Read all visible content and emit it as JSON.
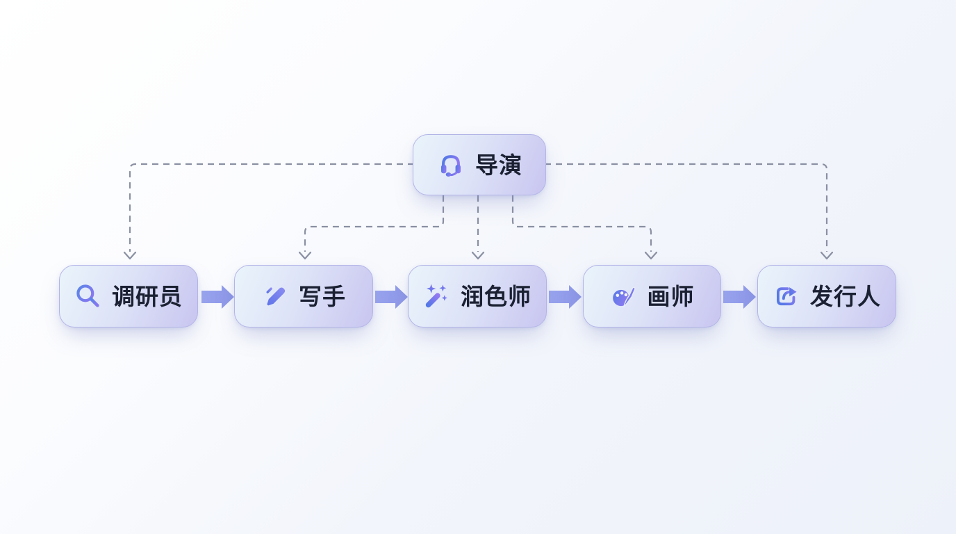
{
  "diagram": {
    "title": "multi-agent-workflow",
    "nodes": {
      "director": {
        "label": "导演",
        "icon": "headset-icon"
      },
      "researcher": {
        "label": "调研员",
        "icon": "magnifier-icon"
      },
      "writer": {
        "label": "写手",
        "icon": "pen-icon"
      },
      "polisher": {
        "label": "润色师",
        "icon": "magic-wand-icon"
      },
      "painter": {
        "label": "画师",
        "icon": "palette-icon"
      },
      "publisher": {
        "label": "发行人",
        "icon": "share-icon"
      }
    },
    "edges": [
      {
        "from": "director",
        "to": "researcher",
        "style": "dashed"
      },
      {
        "from": "director",
        "to": "writer",
        "style": "dashed"
      },
      {
        "from": "director",
        "to": "polisher",
        "style": "dashed"
      },
      {
        "from": "director",
        "to": "painter",
        "style": "dashed"
      },
      {
        "from": "director",
        "to": "publisher",
        "style": "dashed"
      },
      {
        "from": "researcher",
        "to": "writer",
        "style": "solid-arrow"
      },
      {
        "from": "writer",
        "to": "polisher",
        "style": "solid-arrow"
      },
      {
        "from": "polisher",
        "to": "painter",
        "style": "solid-arrow"
      },
      {
        "from": "painter",
        "to": "publisher",
        "style": "solid-arrow"
      }
    ],
    "colors": {
      "background_start": "#ffffff",
      "background_end": "#edf1f9",
      "node_fill_start": "#eaf4fb",
      "node_fill_end": "#c8c5f0",
      "node_border": "#b3b4e7",
      "node_text": "#1b2132",
      "icon_gradient_start": "#4e79e4",
      "icon_gradient_end": "#8d77f2",
      "solid_arrow": "#95a0eb",
      "dashed_line": "#8a90a2"
    }
  }
}
